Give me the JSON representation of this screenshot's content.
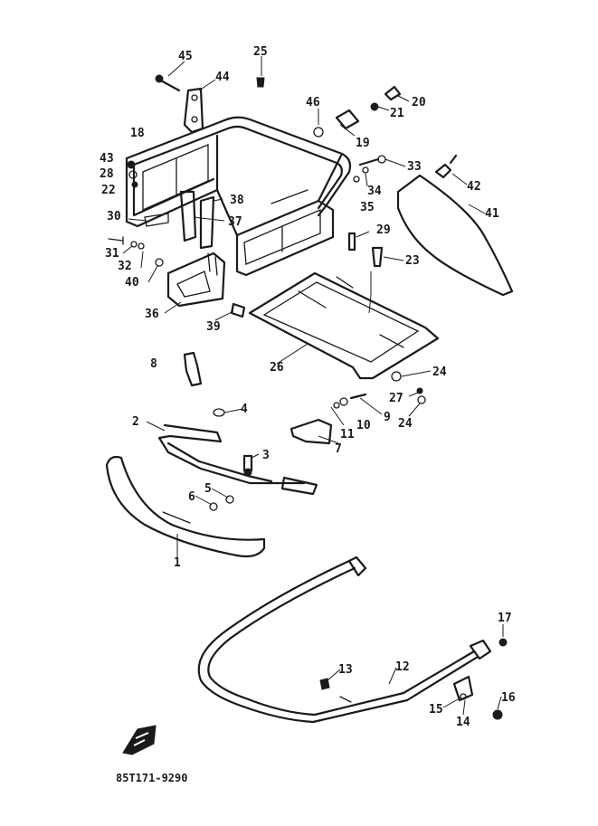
{
  "diagram": {
    "part_labels": {
      "l1": "1",
      "l2": "2",
      "l3": "3",
      "l4": "4",
      "l5": "5",
      "l6": "6",
      "l7": "7",
      "l8": "8",
      "l9": "9",
      "l10": "10",
      "l11": "11",
      "l12": "12",
      "l13": "13",
      "l14": "14",
      "l15": "15",
      "l16": "16",
      "l17": "17",
      "l18": "18",
      "l19": "19",
      "l20": "20",
      "l21": "21",
      "l22": "22",
      "l23": "23",
      "l24a": "24",
      "l24b": "24",
      "l25": "25",
      "l26": "26",
      "l27": "27",
      "l28": "28",
      "l29": "29",
      "l30": "30",
      "l31": "31",
      "l32": "32",
      "l33": "33",
      "l34": "34",
      "l35": "35",
      "l36": "36",
      "l37": "37",
      "l38": "38",
      "l39": "39",
      "l40": "40",
      "l41": "41",
      "l42": "42",
      "l43": "43",
      "l44": "44",
      "l45": "45",
      "l46": "46"
    },
    "drawing_code": "85T171-9290",
    "icon": "front-direction-arrow-icon"
  }
}
